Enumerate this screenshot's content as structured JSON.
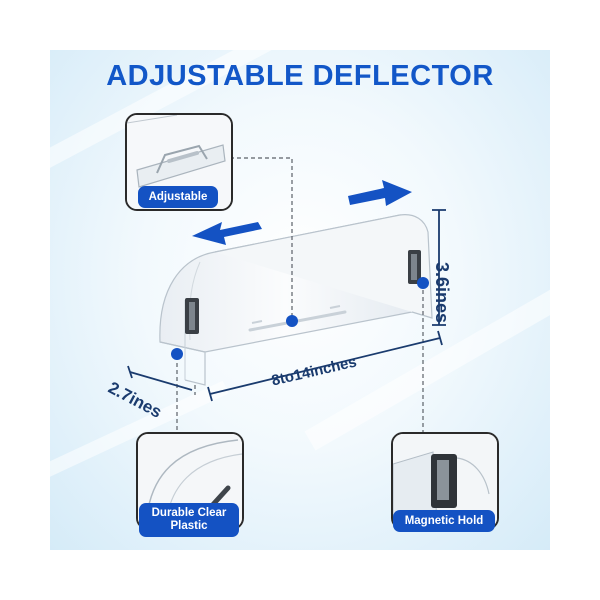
{
  "title": "ADJUSTABLE DEFLECTOR",
  "callouts": {
    "adjustable": "Adjustable",
    "clear_plastic_line1": "Durable Clear",
    "clear_plastic_line2": "Plastic",
    "magnetic": "Magnetic Hold"
  },
  "dimensions": {
    "height": "3.6ines",
    "depth": "2.7ines",
    "width": "8to14inches"
  },
  "colors": {
    "accent": "#1452c3",
    "title": "#1257c8",
    "dimension_text": "#1a3b6e"
  },
  "icons": [
    "arrow-left-icon",
    "arrow-right-icon"
  ]
}
